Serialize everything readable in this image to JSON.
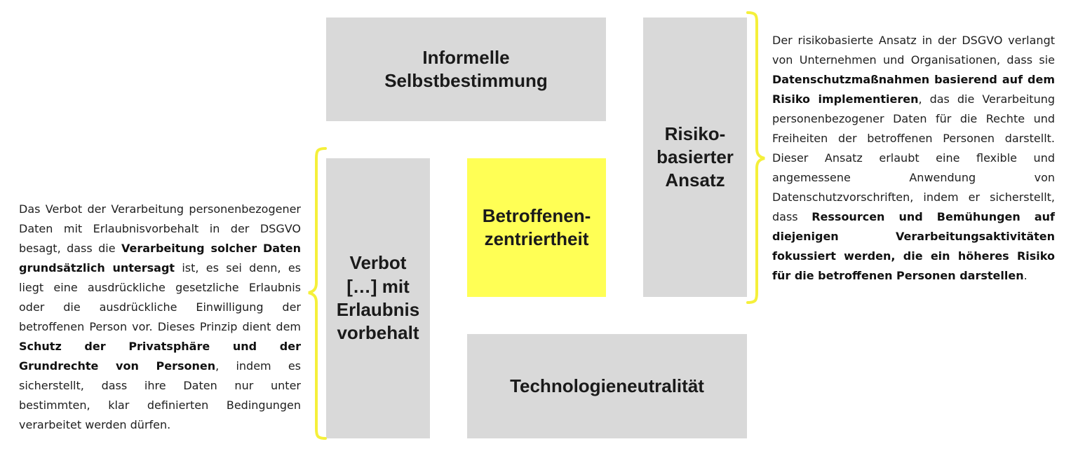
{
  "boxes": {
    "informelle": "Informelle\nSelbstbestimmung",
    "risiko": "Risiko-\nbasierter\nAnsatz",
    "verbot": "Verbot\n[…] mit\nErlaubnis\nvorbehalt",
    "betroffenen": "Betroffenen-\nzentriertheit",
    "technologie": "Technologieneutralität"
  },
  "left_text": {
    "p1": "Das Verbot der Verarbeitung personenbezogener Daten mit Erlaubnisvorbehalt in der DSGVO besagt, dass die ",
    "b1": "Verarbeitung solcher Daten grundsätzlich untersagt",
    "p2": " ist, es sei denn, es liegt eine ausdrückliche gesetzliche Erlaubnis oder die ausdrückliche Einwilligung der betroffenen Person vor. Dieses Prinzip dient dem ",
    "b2": "Schutz der Privatsphäre und der Grundrechte von Personen",
    "p3": ", indem es sicherstellt, dass ihre Daten nur unter bestimmten, klar definierten Bedingungen verarbeitet werden dürfen."
  },
  "right_text": {
    "p1": "Der risikobasierte Ansatz in der DSGVO verlangt von Unternehmen und Organisationen, dass sie ",
    "b1": "Datenschutzmaßnahmen basierend auf dem Risiko implementieren",
    "p2": ", das die Verarbeitung personenbezogener Daten für die Rechte und Freiheiten der betroffenen Personen darstellt. Dieser Ansatz erlaubt eine flexible und angemessene Anwendung von Datenschutzvorschriften, indem er sicherstellt, dass ",
    "b2": "Ressourcen und Bemühungen auf diejenigen Verarbeitungsaktivitäten fokussiert werden, die ein höheres Risiko für die betroffenen Personen darstellen",
    "p3": "."
  },
  "colors": {
    "box": "#d9d9d9",
    "highlight": "#ffff55",
    "bracket": "#f5f03a"
  }
}
